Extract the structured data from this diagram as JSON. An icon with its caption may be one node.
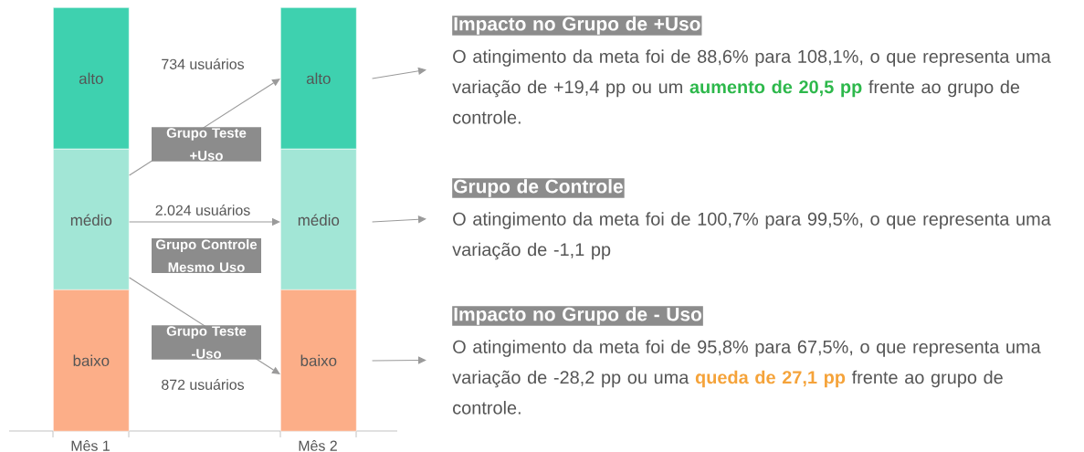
{
  "diagram": {
    "nodes": [
      {
        "text": [
          "alto"
        ]
      },
      {
        "text": [
          "médio"
        ]
      },
      {
        "text": [
          "baixo"
        ]
      },
      {
        "text": [
          "alto"
        ]
      },
      {
        "text": [
          "médio"
        ]
      },
      {
        "text": [
          "baixo"
        ]
      },
      {
        "text": [
          "Impacto no Grupo de +Uso",
          "O atingimento da meta foi de 88,6% para 108,1%, o que representa uma variação de +19,4 pp ou um **aumento de 20,5 pp** frente ao grupo de controle."
        ]
      },
      {
        "text": [
          "Grupo de Controle",
          "O atingimento da meta foi de 100,7% para 99,5%, o que representa uma variação de -1,1 pp"
        ]
      },
      {
        "text": [
          "Impacto no Grupo de - Uso",
          "O atingimento da meta foi de 95,8% para 67,5%, o que representa uma variação de -28,2 pp ou uma **queda de 27,1 pp** frente ao grupo de controle."
        ]
      }
    ],
    "edges": [
      {
        "from": 1,
        "to": 3,
        "arrow": "to",
        "label": "Grupo Teste +Uso"
      },
      {
        "from": 1,
        "to": 4,
        "arrow": "to",
        "label": "Grupo Controle Mesmo Uso"
      },
      {
        "from": 1,
        "to": 5,
        "arrow": "to",
        "label": "Grupo Teste -Uso"
      },
      {
        "from": 3,
        "to": 6,
        "arrow": "to"
      },
      {
        "from": 4,
        "to": 7,
        "arrow": "to"
      },
      {
        "from": 5,
        "to": 8,
        "arrow": "to"
      }
    ],
    "labels": [
      "734 usuários",
      "2.024 usuários",
      "872 usuários",
      "Mês 1",
      "Mês 2"
    ]
  }
}
